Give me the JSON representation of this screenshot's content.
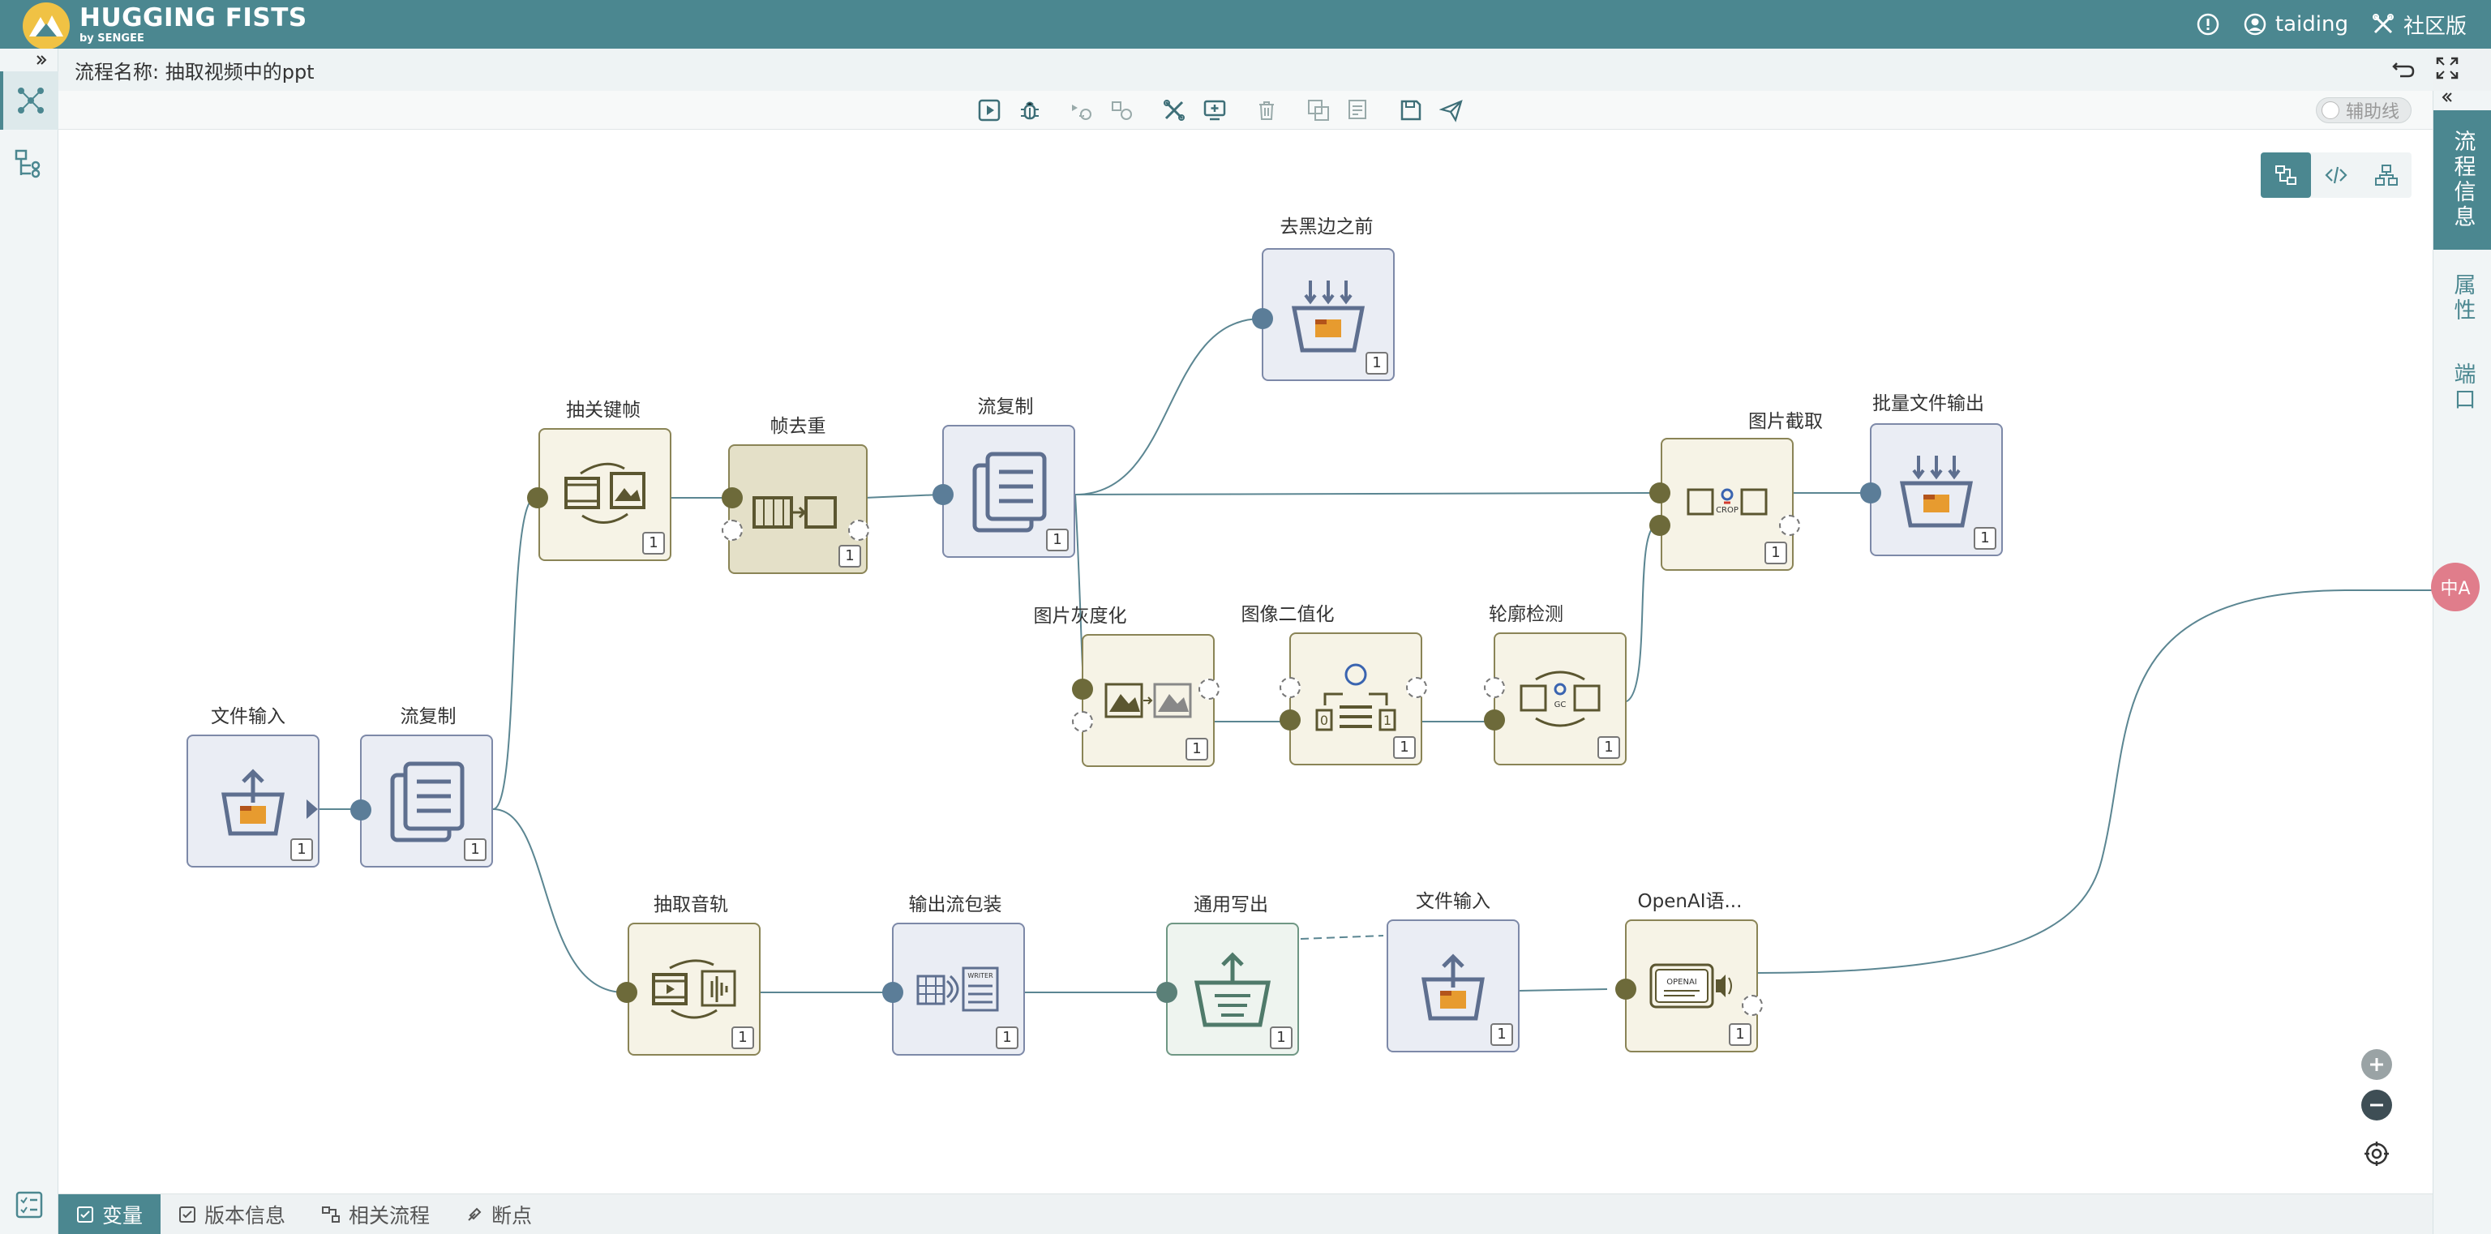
{
  "header": {
    "app_title": "HUGGING FISTS",
    "app_subtitle": "by SENGEE",
    "username": "taiding",
    "edition": "社区版"
  },
  "flow": {
    "name_label": "流程名称: 抽取视频中的ppt"
  },
  "toolbar": {
    "aux_line_label": "辅助线"
  },
  "nodes": [
    {
      "id": "n1",
      "label": "文件输入",
      "count": "1"
    },
    {
      "id": "n2",
      "label": "流复制",
      "count": "1"
    },
    {
      "id": "n3",
      "label": "抽关键帧",
      "count": "1"
    },
    {
      "id": "n4",
      "label": "帧去重",
      "count": "1"
    },
    {
      "id": "n5",
      "label": "流复制",
      "count": "1"
    },
    {
      "id": "n6",
      "label": "去黑边之前",
      "count": "1"
    },
    {
      "id": "n7",
      "label": "图片截取",
      "count": "1"
    },
    {
      "id": "n8",
      "label": "批量文件输出",
      "count": "1"
    },
    {
      "id": "n9",
      "label": "图片灰度化",
      "count": "1"
    },
    {
      "id": "n10",
      "label": "图像二值化",
      "count": "1"
    },
    {
      "id": "n11",
      "label": "轮廓检测",
      "count": "1"
    },
    {
      "id": "n12",
      "label": "抽取音轨",
      "count": "1"
    },
    {
      "id": "n13",
      "label": "输出流包装",
      "count": "1"
    },
    {
      "id": "n14",
      "label": "通用写出",
      "count": "1"
    },
    {
      "id": "n15",
      "label": "文件输入",
      "count": "1"
    },
    {
      "id": "n16",
      "label": "OpenAI语...",
      "count": "1"
    }
  ],
  "right_panel": {
    "tabs": [
      "流程信息",
      "属性",
      "端口"
    ]
  },
  "translate_label": "中A",
  "bottom_tabs": [
    "变量",
    "版本信息",
    "相关流程",
    "断点"
  ],
  "colors": {
    "brand": "#4b8790",
    "node_blue": "#eaedf4",
    "node_olive": "#f6f3e6",
    "node_green": "#eef4ef"
  }
}
